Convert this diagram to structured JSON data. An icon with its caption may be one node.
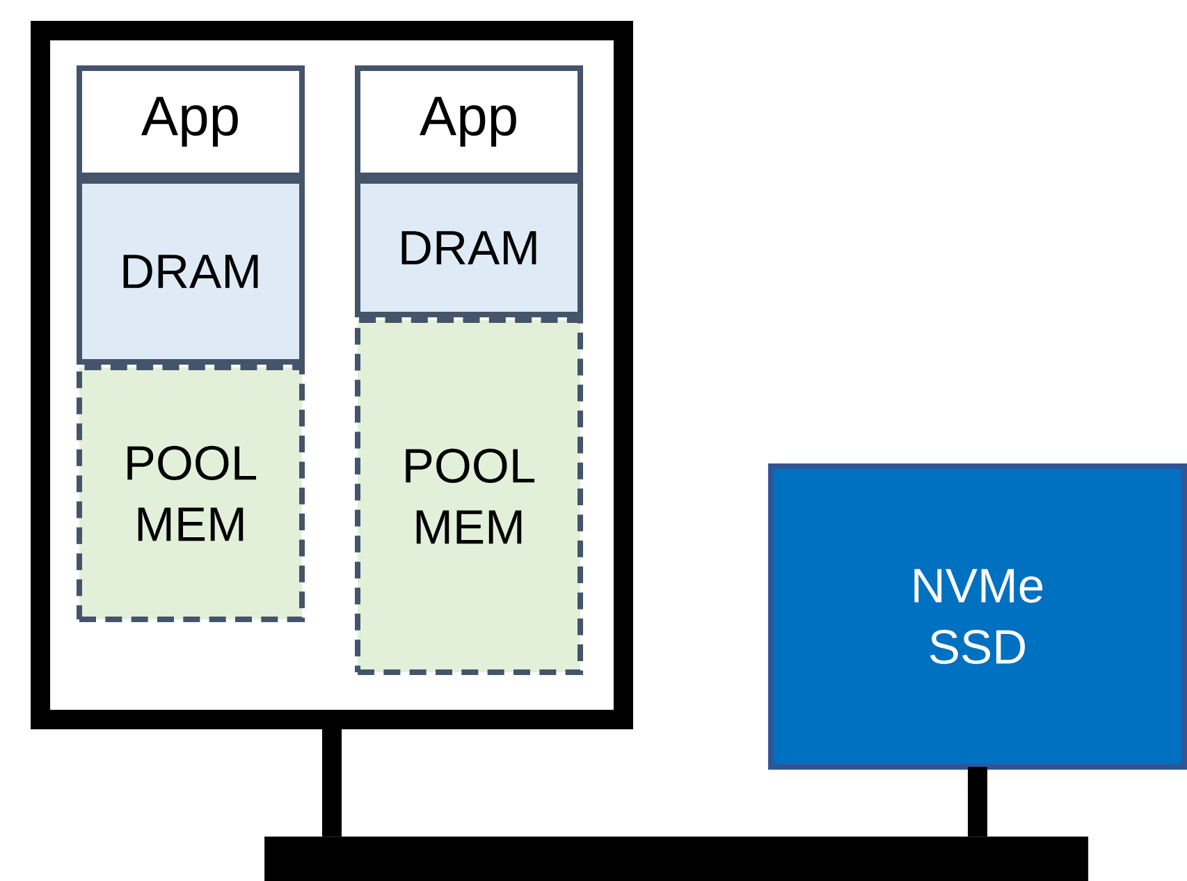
{
  "diagram": {
    "nodes": [
      {
        "text": [],
        "shape": "box"
      },
      {
        "text": [
          "App"
        ],
        "in": 0
      },
      {
        "text": [
          "DRAM"
        ],
        "in": 0
      },
      {
        "text": [
          "POOL MEM"
        ],
        "in": 0
      },
      {
        "text": [
          "App"
        ],
        "in": 0
      },
      {
        "text": [
          "DRAM"
        ],
        "in": 0
      },
      {
        "text": [
          "POOL MEM"
        ],
        "in": 0
      },
      {
        "text": [
          "NVMe SSD"
        ]
      },
      {
        "text": [],
        "shape": "bar"
      }
    ],
    "edges": [
      {
        "from": 0,
        "to": 8,
        "arrow": "none"
      },
      {
        "from": 7,
        "to": 8,
        "arrow": "none"
      }
    ]
  }
}
